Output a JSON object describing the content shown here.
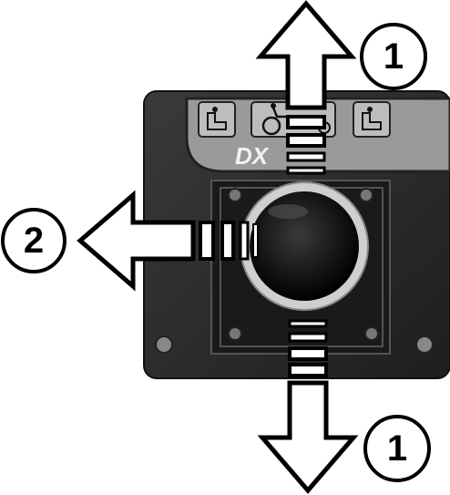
{
  "figure": {
    "panel_logo": "DX",
    "callouts": [
      {
        "id": "up",
        "label": "1"
      },
      {
        "id": "left",
        "label": "2"
      },
      {
        "id": "down",
        "label": "1"
      }
    ],
    "mode_icons": [
      "seat-rear-icon",
      "wheelchair-icon",
      "seat-front-icon"
    ],
    "colors": {
      "panel": "#2a2a2a",
      "panel_edge": "#111111",
      "display_window": "#9a9a9a",
      "arrow_fill": "#ffffff",
      "arrow_stroke": "#000000"
    }
  }
}
